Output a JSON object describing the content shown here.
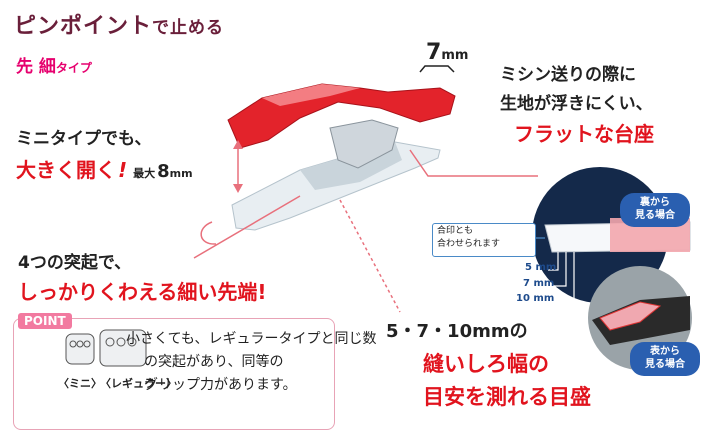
{
  "header": {
    "title_a": "ピンポイント",
    "title_b": "で止める",
    "subtitle_a": "先 細",
    "subtitle_b": "タイプ"
  },
  "top_dimension": {
    "value": "7",
    "unit": "mm"
  },
  "right_text": {
    "line1": "ミシン送りの際に",
    "line2": "生地が浮きにくい、",
    "line3": "フラットな台座"
  },
  "left_text": {
    "line1": "ミニタイプでも、",
    "line2": "大きく開く",
    "excl": "!",
    "max_label": "最大",
    "max_value": "8",
    "max_unit": "mm"
  },
  "bottom_left": {
    "line1": "4つの突起で、",
    "line2": "しっかりくわえる細い先端",
    "excl": "!"
  },
  "point": {
    "tag": "POINT",
    "line1": "小さくても、レギュラータイプと同じ数",
    "line2": "の突起があり、同等の",
    "line3": "グリップ力があります。",
    "mini_label": "〈ミニ〉",
    "regular_label": "〈レギュラー〉"
  },
  "bottom_right": {
    "line1": "5・7・10mmの",
    "line2": "縫いしろ幅の",
    "line3": "目安を測れる目盛"
  },
  "detail": {
    "callout_line1": "合印とも",
    "callout_line2": "合わせられます",
    "mm5": "5 mm",
    "mm7": "7 mm",
    "mm10": "10 mm",
    "badge_back_line1": "裏から",
    "badge_back_line2": "見る場合",
    "badge_front_line1": "表から",
    "badge_front_line2": "見る場合"
  },
  "colors": {
    "accent_red": "#e1141e",
    "accent_pink": "#e6006e",
    "title_maroon": "#6a1f3a",
    "badge_blue": "#2a5fb0"
  }
}
